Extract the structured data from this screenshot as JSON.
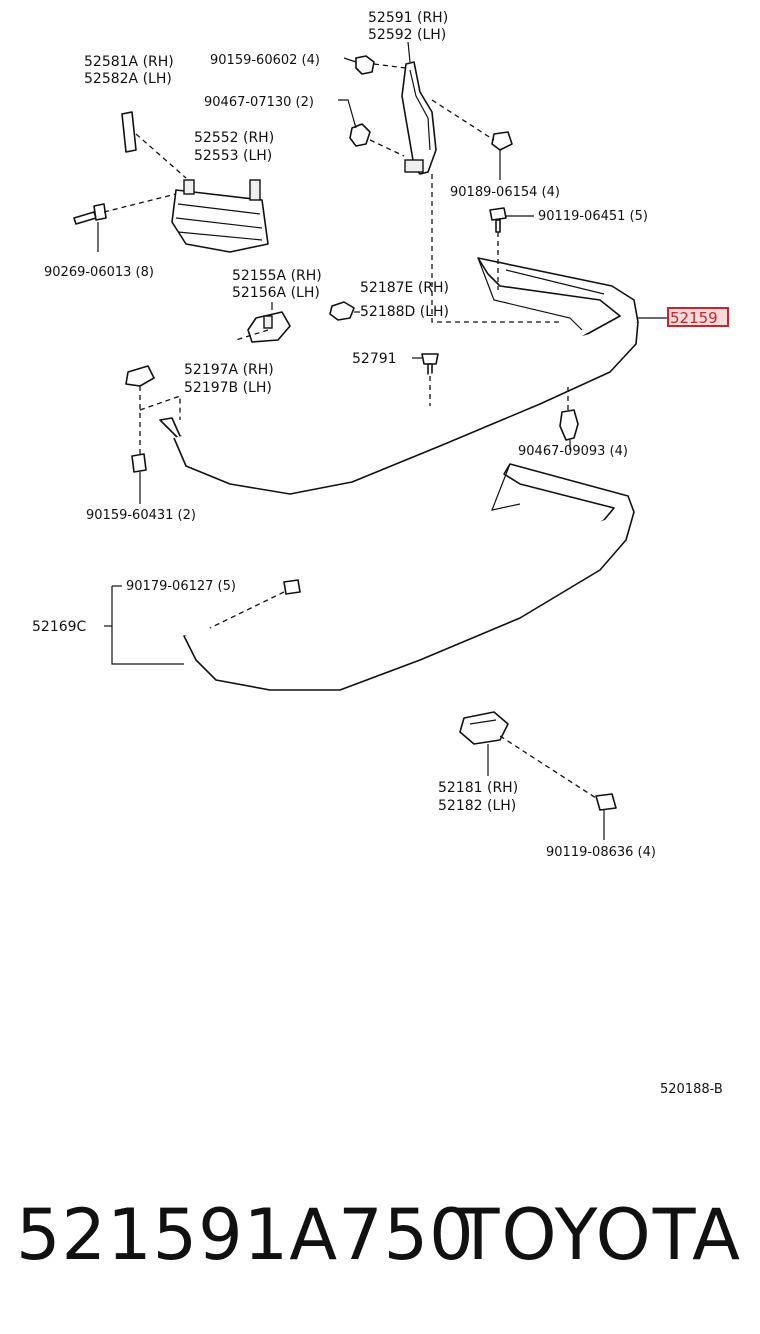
{
  "diagram": {
    "labels": {
      "p52591": "52591 (RH)",
      "p52592": "52592 (LH)",
      "p52581a": "52581A (RH)",
      "p52582a": "52582A (LH)",
      "p90159_60602": "90159-60602 (4)",
      "p90467_07130": "90467-07130 (2)",
      "p52552": "52552 (RH)",
      "p52553": "52553 (LH)",
      "p90189_06154": "90189-06154 (4)",
      "p90119_06451": "90119-06451 (5)",
      "p90269_06013": "90269-06013 (8)",
      "p52155a": "52155A (RH)",
      "p52156a": "52156A (LH)",
      "p52187e": "52187E (RH)",
      "p52188d": "52188D (LH)",
      "p52159": "52159",
      "p52791": "52791",
      "p52197a": "52197A (RH)",
      "p52197b": "52197B (LH)",
      "p90467_09093": "90467-09093 (4)",
      "p90159_60431": "90159-60431 (2)",
      "p90179_06127": "90179-06127 (5)",
      "p52169c": "52169C",
      "p52181": "52181 (RH)",
      "p52182": "52182 (LH)",
      "p90119_08636": "90119-08636 (4)",
      "diagram_code": "520188-B"
    },
    "highlighted_part": "52159"
  },
  "footer": {
    "part_number": "521591A750",
    "brand": "TOYOTA"
  },
  "colors": {
    "highlight": "#c0282d",
    "ink": "#111111"
  }
}
